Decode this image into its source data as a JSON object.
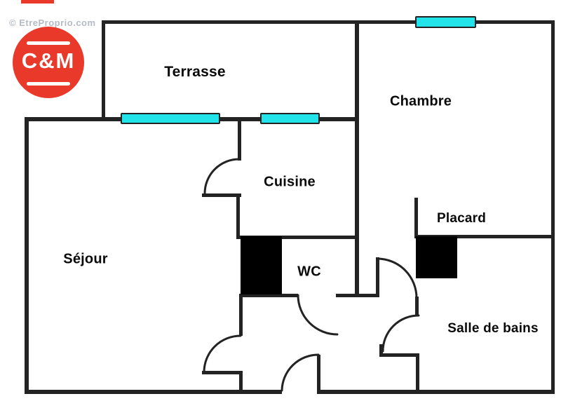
{
  "watermark": "© EtreProprio.com",
  "logo": {
    "text": "C&M"
  },
  "rooms": {
    "terrasse": "Terrasse",
    "chambre": "Chambre",
    "cuisine": "Cuisine",
    "sejour": "Séjour",
    "wc": "WC",
    "placard": "Placard",
    "salle_de_bains": "Salle de bains"
  },
  "colors": {
    "wall": "#232323",
    "window": "#22e3ea",
    "block": "#000000",
    "logo_red": "#e8392b",
    "watermark": "#b5bbc5",
    "label": "#0a0a0a"
  }
}
